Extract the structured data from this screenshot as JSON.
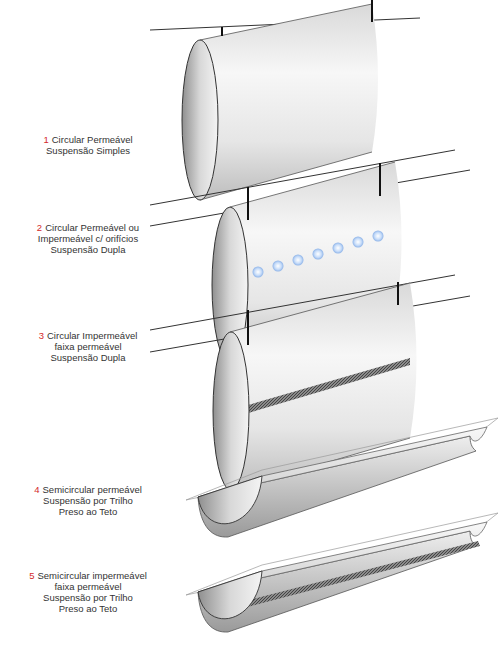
{
  "diagram": {
    "labels": [
      "1",
      "Circular Permeável",
      "Suspensão Simples",
      "2",
      "Circular Permeável ou",
      "Impermeável c/ orifícios",
      "Suspensão Dupla",
      "3",
      "Circular Impermeável",
      "faixa permeável",
      "Suspensão Dupla",
      "4",
      "Semicircular permeável",
      "Suspensão por Trilho",
      "Preso ao Teto",
      "5",
      "Semicircular impermeável",
      "faixa permeável",
      "Suspensão por Trilho",
      "Preso ao Teto"
    ]
  }
}
